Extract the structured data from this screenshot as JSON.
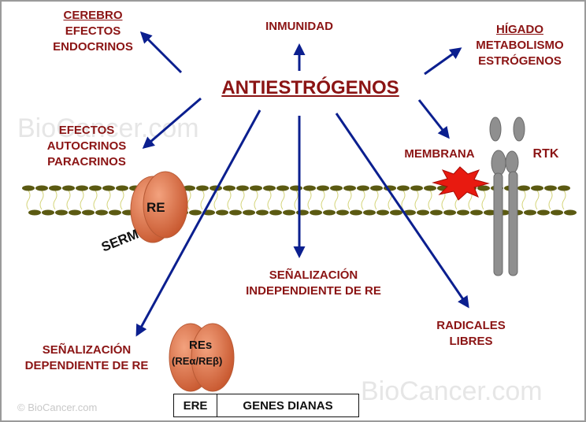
{
  "title": "ANTIESTRÓGENOS",
  "targets": {
    "cerebro": {
      "line1": "CEREBRO",
      "line2": "EFECTOS",
      "line3": "ENDOCRINOS"
    },
    "inmunidad": "INMUNIDAD",
    "higado": {
      "line1": "HÍGADO",
      "line2": "METABOLISMO",
      "line3": "ESTRÓGENOS"
    },
    "autocrinos": {
      "line1": "EFECTOS",
      "line2": "AUTOCRINOS",
      "line3": "PARACRINOS"
    },
    "membrana": "MEMBRANA",
    "rtk": "RTK",
    "independiente": {
      "line1": "SEÑALIZACIÓN",
      "line2": "INDEPENDIENTE DE RE"
    },
    "radicales": {
      "line1": "RADICALES",
      "line2": "LIBRES"
    },
    "dependiente": {
      "line1": "SEÑALIZACIÓN",
      "line2": "DEPENDIENTE DE RE"
    }
  },
  "receptors": {
    "re": "RE",
    "serm": "SERM",
    "res": "REs",
    "res_sub": "(REα/REβ)"
  },
  "gene_box": {
    "ere": "ERE",
    "genes": "GENES DIANAS"
  },
  "watermark": "BioCancer.com",
  "copyright": "© BioCancer.com",
  "colors": {
    "label": "#8b1414",
    "arrow": "#0b1f8f",
    "receptor": "#e07a55",
    "membrane_head": "#5b5a12",
    "burst": "#e81a10",
    "rtk": "#8f8f8f"
  }
}
